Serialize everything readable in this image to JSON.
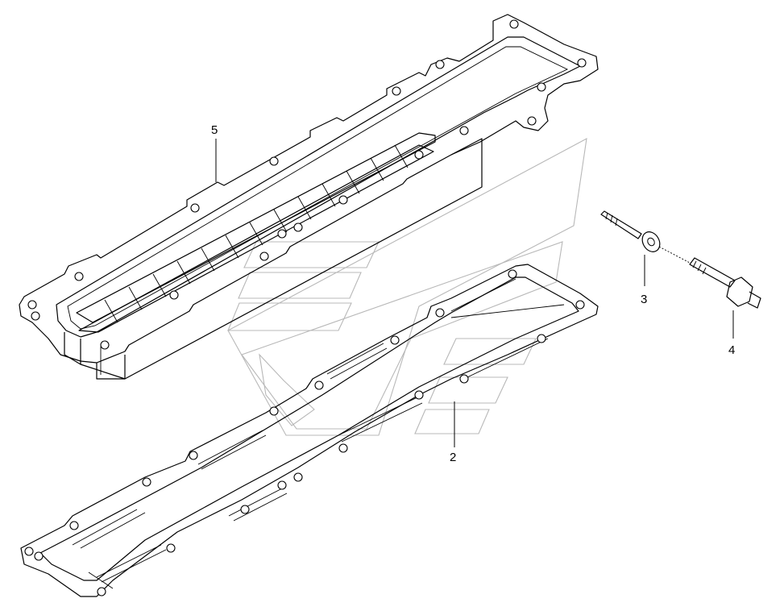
{
  "diagram": {
    "callouts": [
      {
        "id": "5",
        "label": "5"
      },
      {
        "id": "3",
        "label": "3"
      },
      {
        "id": "4",
        "label": "4"
      },
      {
        "id": "2",
        "label": "2"
      }
    ]
  },
  "colors": {
    "line": "#000000",
    "watermark": "#b8b8b8",
    "background": "#ffffff"
  }
}
